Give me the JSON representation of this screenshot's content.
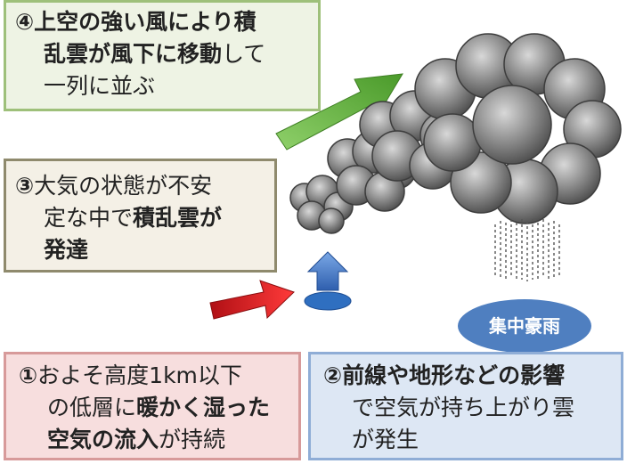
{
  "box4": {
    "num": "④",
    "line1": "上空の強い風により積",
    "line2a": "乱雲が風下に移動",
    "line2b": "して",
    "line3": "一列に並ぶ"
  },
  "box3": {
    "num": "③",
    "line1": "大気の状態が不安",
    "line2a": "定な中で",
    "line2b": "積乱雲が",
    "line3": "発達"
  },
  "box1": {
    "num": "①",
    "line1": "およそ高度1km以下",
    "line2a": "の低層に",
    "line2b": "暖かく湿った",
    "line3a": "空気の流入",
    "line3b": "が持続"
  },
  "box2": {
    "num": "②",
    "line1": "前線や地形などの影響",
    "line2": "で空気が持ち上がり雲",
    "line3": "が発生"
  },
  "rain_label": "集中豪雨",
  "colors": {
    "green_arrow": "#7fc24a",
    "red_arrow": "#d9262a",
    "blue_arrow": "#4b7fcb",
    "cloud": "#7d7d7d",
    "rain_ellipse": "#4f7fc0"
  }
}
